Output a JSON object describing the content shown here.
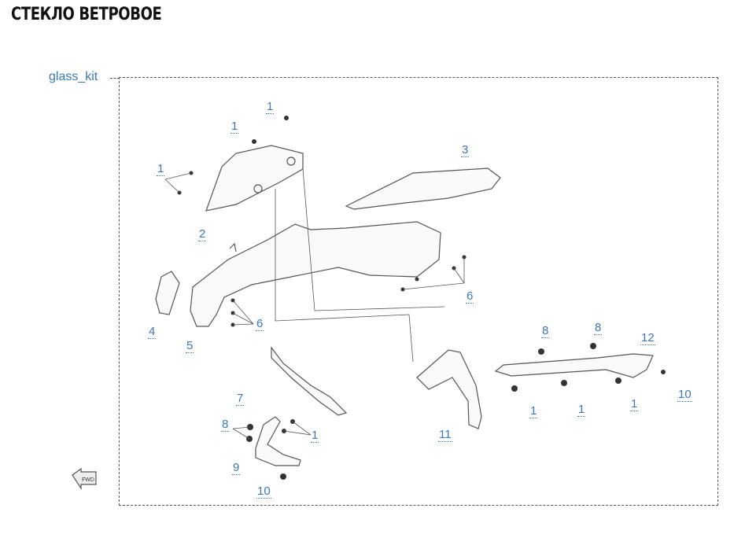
{
  "title": "СТЕКЛО ВЕТРОВОЕ",
  "kit_label": "glass_kit",
  "callouts": [
    "1",
    "1",
    "1",
    "2",
    "3",
    "6",
    "4",
    "5",
    "6",
    "8",
    "8",
    "12",
    "7",
    "11",
    "1",
    "1",
    "1",
    "10",
    "8",
    "1",
    "9",
    "10"
  ],
  "fwd_label": "FWD",
  "colors": {
    "callout": "#3a78b8",
    "line": "#555555",
    "title": "#111111"
  }
}
